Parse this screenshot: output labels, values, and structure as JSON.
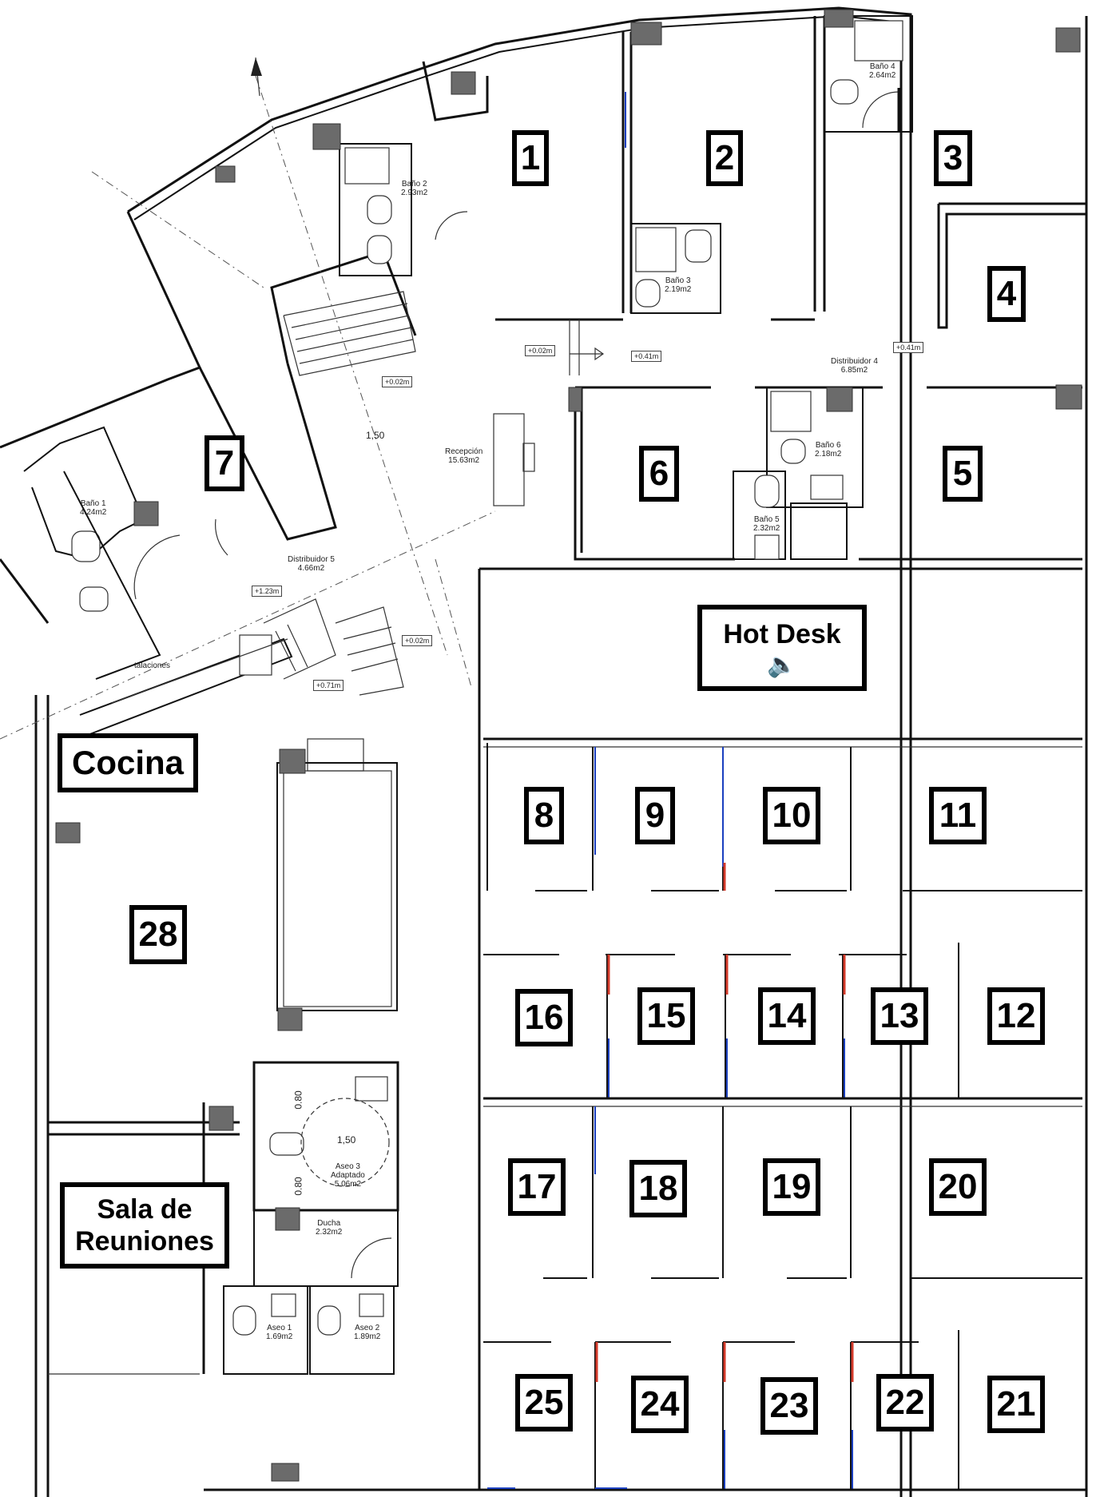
{
  "offices": [
    {
      "id": "office-1",
      "label": "1"
    },
    {
      "id": "office-2",
      "label": "2"
    },
    {
      "id": "office-3",
      "label": "3"
    },
    {
      "id": "office-4",
      "label": "4"
    },
    {
      "id": "office-5",
      "label": "5"
    },
    {
      "id": "office-6",
      "label": "6"
    },
    {
      "id": "office-7",
      "label": "7"
    },
    {
      "id": "office-8",
      "label": "8"
    },
    {
      "id": "office-9",
      "label": "9"
    },
    {
      "id": "office-10",
      "label": "10"
    },
    {
      "id": "office-11",
      "label": "11"
    },
    {
      "id": "office-12",
      "label": "12"
    },
    {
      "id": "office-13",
      "label": "13"
    },
    {
      "id": "office-14",
      "label": "14"
    },
    {
      "id": "office-15",
      "label": "15"
    },
    {
      "id": "office-16",
      "label": "16"
    },
    {
      "id": "office-17",
      "label": "17"
    },
    {
      "id": "office-18",
      "label": "18"
    },
    {
      "id": "office-19",
      "label": "19"
    },
    {
      "id": "office-20",
      "label": "20"
    },
    {
      "id": "office-21",
      "label": "21"
    },
    {
      "id": "office-22",
      "label": "22"
    },
    {
      "id": "office-23",
      "label": "23"
    },
    {
      "id": "office-24",
      "label": "24"
    },
    {
      "id": "office-25",
      "label": "25"
    },
    {
      "id": "office-28",
      "label": "28"
    }
  ],
  "zones": {
    "hot_desk": "Hot Desk",
    "hot_desk_icon": "speaker-icon",
    "cocina": "Cocina",
    "sala_line1": "Sala de",
    "sala_line2": "Reuniones"
  },
  "rooms": {
    "bano1_name": "Baño 1",
    "bano1_area": "4.24m2",
    "bano2_name": "Baño 2",
    "bano2_area": "2.93m2",
    "bano3_name": "Baño 3",
    "bano3_area": "2.19m2",
    "bano4_name": "Baño 4",
    "bano4_area": "2.64m2",
    "bano5_name": "Baño 5",
    "bano5_area": "2.32m2",
    "bano6_name": "Baño 6",
    "bano6_area": "2.18m2",
    "recepcion_name": "Recepción",
    "recepcion_area": "15.63m2",
    "dist4_name": "Distribuidor 4",
    "dist4_area": "6.85m2",
    "dist5_name": "Distribuidor 5",
    "dist5_area": "4.66m2",
    "aseo3_name": "Aseo 3",
    "aseo3_sub": "Adaptado",
    "aseo3_area": "5.06m2",
    "ducha_name": "Ducha",
    "ducha_area": "2.32m2",
    "aseo1_name": "Aseo 1",
    "aseo1_area": "1.69m2",
    "aseo2_name": "Aseo 2",
    "aseo2_area": "1.89m2",
    "instalaciones_partial": "talaciones"
  },
  "levels": {
    "l1": "+0.02m",
    "l2": "+0.41m",
    "l3": "+0.41m",
    "l4": "+0.02m",
    "l5": "+1.23m",
    "l6": "+0.02m",
    "l7": "+0.71m"
  },
  "dimensions": {
    "d1": "1,50",
    "d2": "1,50",
    "d3": "0.80",
    "d4": "0.80"
  },
  "north_arrow": "north-arrow-icon"
}
